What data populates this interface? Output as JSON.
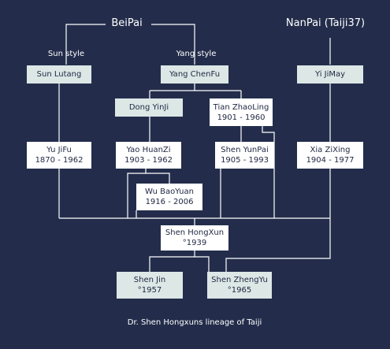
{
  "header": {
    "beipai": "BeiPai",
    "nanpai": "NanPai (Taiji37)",
    "sun_style": "Sun style",
    "yang_style": "Yang style"
  },
  "nodes": {
    "sun_lutang": {
      "name": "Sun Lutang",
      "years": ""
    },
    "yang_chenfu": {
      "name": "Yang ChenFu",
      "years": ""
    },
    "yi_jimay": {
      "name": "Yi JiMay",
      "years": ""
    },
    "dong_yinji": {
      "name": "Dong YinJi",
      "years": ""
    },
    "tian_zhaoling": {
      "name": "Tian ZhaoLing",
      "years": "1901 - 1960"
    },
    "yu_jifu": {
      "name": "Yu JiFu",
      "years": "1870 - 1962"
    },
    "yao_huanzi": {
      "name": "Yao HuanZi",
      "years": "1903 - 1962"
    },
    "shen_yunpai": {
      "name": "Shen YunPai",
      "years": "1905 - 1993"
    },
    "xia_zixing": {
      "name": "Xia ZiXing",
      "years": "1904 - 1977"
    },
    "wu_baoyuan": {
      "name": "Wu BaoYuan",
      "years": "1916 - 2006"
    },
    "shen_hongxun": {
      "name": "Shen HongXun",
      "years": "°1939"
    },
    "shen_jin": {
      "name": "Shen Jin",
      "years": "°1957"
    },
    "shen_zhengyu": {
      "name": "Shen ZhengYu",
      "years": "°1965"
    }
  },
  "caption": "Dr. Shen Hongxuns lineage of Taiji",
  "colors": {
    "background": "#232d4b",
    "line": "#ffffff",
    "box_white": "#ffffff",
    "box_tint": "#dce7e6",
    "text_dark": "#1e2640"
  }
}
